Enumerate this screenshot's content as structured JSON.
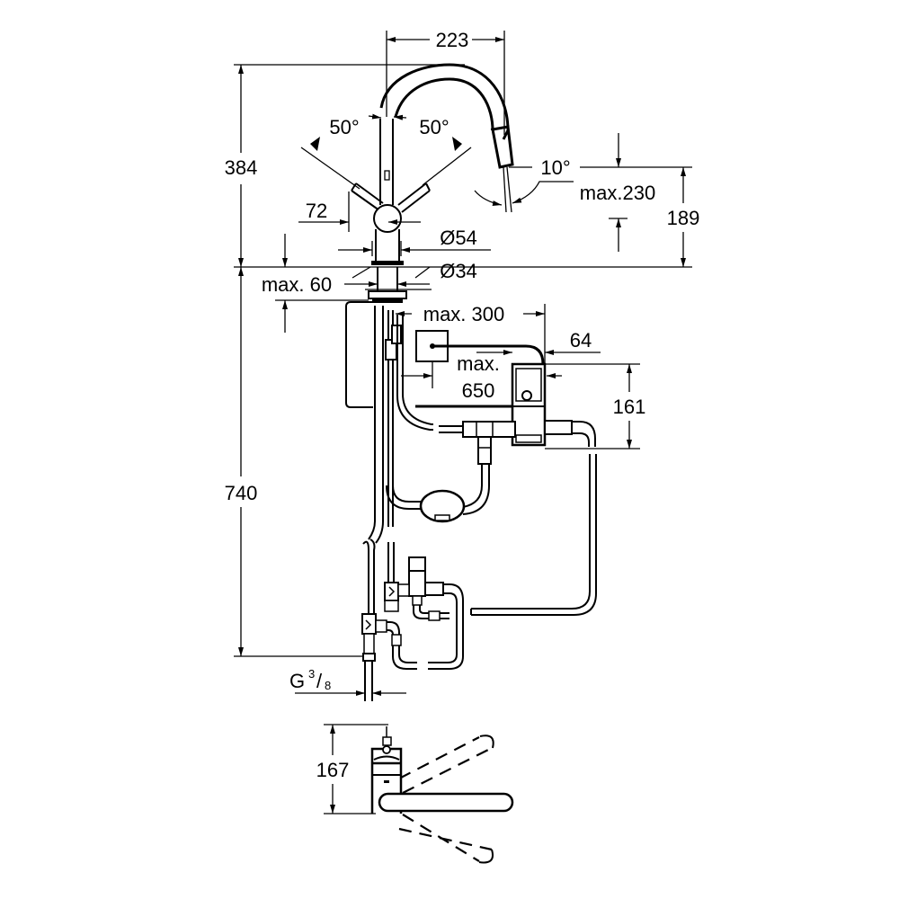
{
  "drawing": {
    "title": "Kitchen faucet with pull-out spray and thermostatic mixing valve – dimensional drawing",
    "colors": {
      "line": "#000000",
      "background": "#ffffff"
    },
    "dimensions": {
      "spout_reach": "223",
      "height_above_deck": "384",
      "lever_angle_left": "50°",
      "lever_angle_right": "50°",
      "spray_tilt": "10°",
      "spray_pullout": "max.230",
      "spout_outlet_height": "189",
      "lever_offset": "72",
      "body_diameter": "Ø54",
      "shank_diameter": "Ø34",
      "deck_thickness": "max. 60",
      "height_below_deck": "740",
      "control_box_distance": "max. 300",
      "sensor_cable_length_line1": "max.",
      "sensor_cable_length_line2": "650",
      "valve_depth": "64",
      "valve_height": "161",
      "connection_thread_main": "G",
      "connection_thread_sup": "3",
      "connection_thread_sub": "8",
      "top_view_height": "167"
    },
    "views": [
      "front-elevation",
      "under-sink-installation",
      "top-view"
    ]
  }
}
